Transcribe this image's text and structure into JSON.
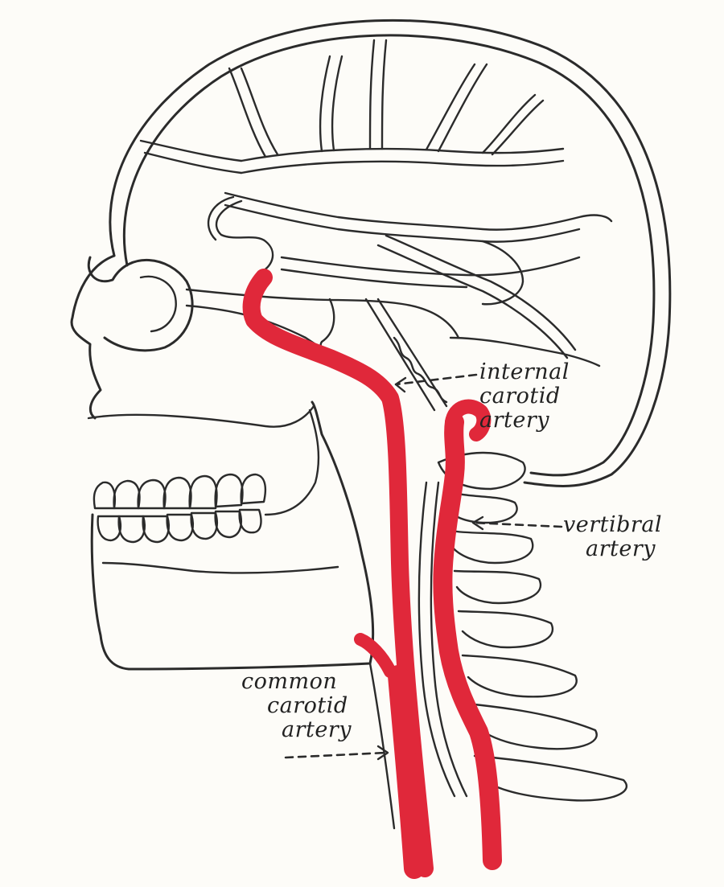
{
  "colors": {
    "ink": "#2b2b2b",
    "artery": "#e0283a",
    "paper": "#fdfcf8"
  },
  "labels": {
    "internal_carotid": {
      "line1": "internal",
      "line2": "carotid",
      "line3": "artery"
    },
    "vertebral": {
      "line1": "vertibral",
      "line2": "artery"
    },
    "common_carotid": {
      "line1": "common",
      "line2": "carotid",
      "line3": "artery"
    }
  }
}
